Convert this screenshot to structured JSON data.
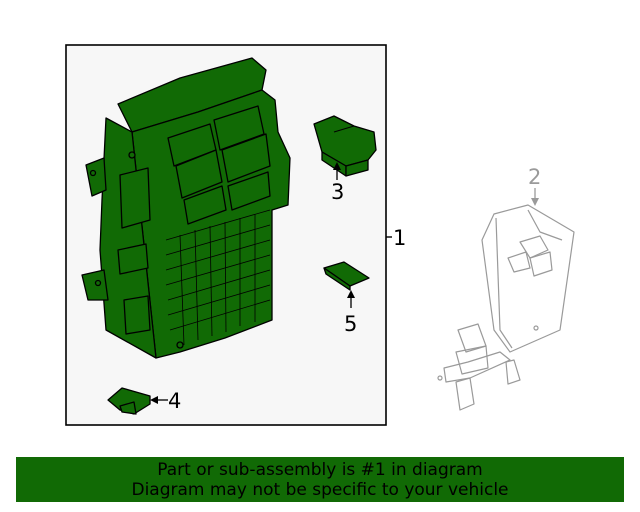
{
  "diagram": {
    "callouts": {
      "main_assembly": "1",
      "bracket": "2",
      "relay_block": "3",
      "fuse_small": "4",
      "fuse_clip": "5"
    },
    "colors": {
      "part_fill": "#116a05",
      "outline": "#000000",
      "box_fill": "#f7f7f7",
      "ghost_line": "#9a9a9a"
    }
  },
  "banner": {
    "line1": "Part or sub-assembly is #1 in diagram",
    "line2": "Diagram may not be specific to your vehicle",
    "background": "#116a05"
  }
}
